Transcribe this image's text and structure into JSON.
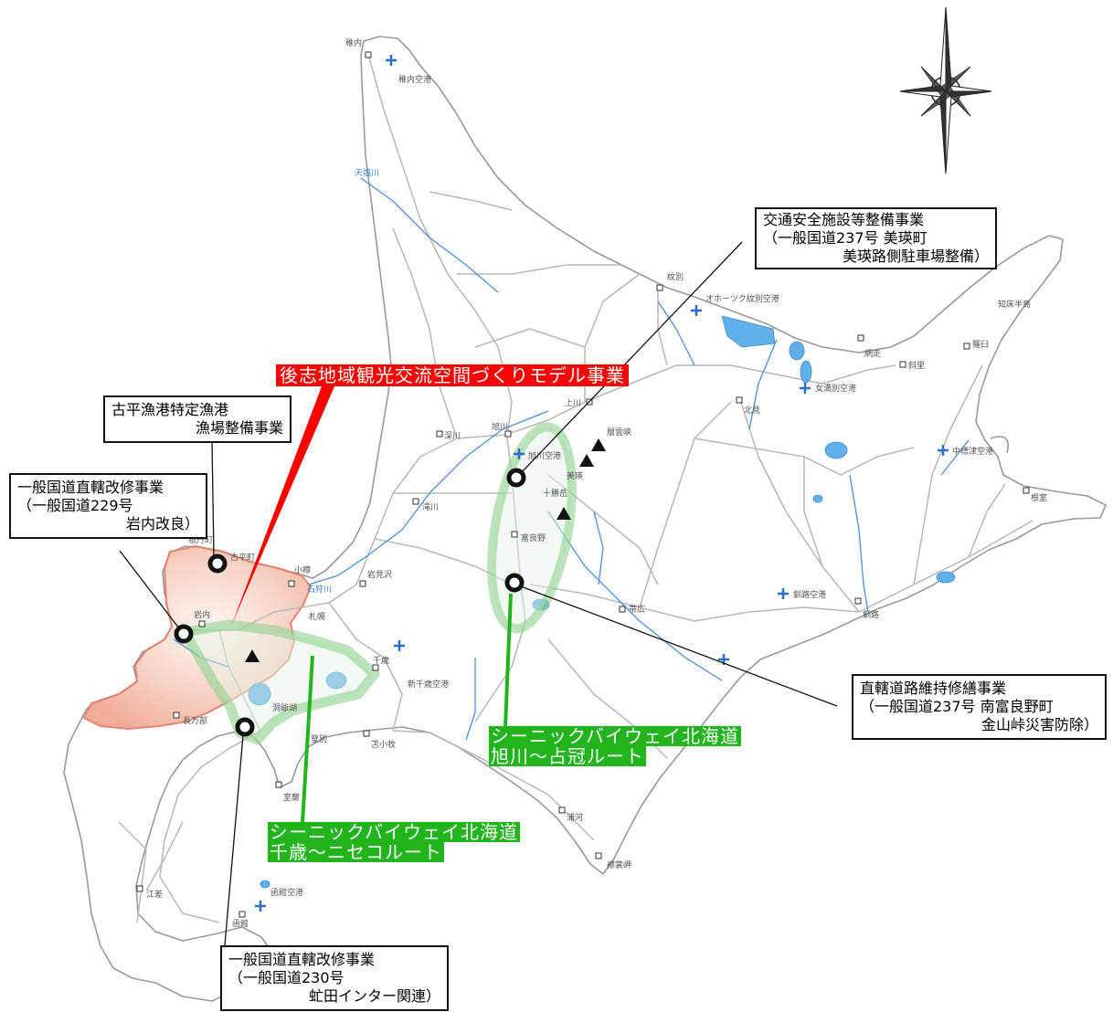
{
  "callouts": {
    "traffic_safety": {
      "line1": "交通安全施設等整備事業",
      "line2": "（一般国道237号 美瑛町",
      "line3": "美瑛路側駐車場整備）"
    },
    "furubira": {
      "line1": "古平漁港特定漁港",
      "line2": "漁場整備事業"
    },
    "route229": {
      "line1": "一般国道直轄改修事業",
      "line2": "（一般国道229号",
      "line3": "岩内改良）"
    },
    "maintenance": {
      "line1": "直轄道路維持修繕事業",
      "line2": "（一般国道237号 南富良野町",
      "line3": "金山峠災害防除）"
    },
    "route230": {
      "line1": "一般国道直轄改修事業",
      "line2": "（一般国道230号",
      "line3": "虻田インター関連）"
    }
  },
  "highlight_labels": {
    "shiribeshi": {
      "text": "後志地域観光交流空間づくりモデル事業",
      "color": "#ff0000"
    },
    "asahikawa_shimukappu": {
      "line1": "シーニックバイウェイ北海道",
      "line2": "旭川～占冠ルート",
      "color": "#22b41c"
    },
    "chitose_niseko": {
      "line1": "シーニックバイウェイ北海道",
      "line2": "千歳～ニセコルート",
      "color": "#22b41c"
    }
  },
  "map": {
    "place_labels": [
      "稚内",
      "稚内空港",
      "紋別",
      "オホーツク紋別空港",
      "知床半島",
      "網走",
      "斜里",
      "羅臼",
      "女満別空港",
      "北見",
      "上川",
      "層雲峡",
      "旭川",
      "旭川空港",
      "美瑛",
      "十勝岳",
      "富良野",
      "深川",
      "滝川",
      "中標津空港",
      "根室",
      "積丹町",
      "古平町",
      "小樽",
      "岩見沢",
      "札幌",
      "岩内",
      "千歳",
      "新千歳空港",
      "苫小牧",
      "洞爺湖",
      "長万部",
      "室蘭",
      "登別",
      "江差",
      "函館空港",
      "函館",
      "帯広",
      "釧路空港",
      "釧路",
      "浦河",
      "襟裳岬"
    ],
    "river_labels": [
      "天塩川",
      "石狩川"
    ],
    "icons": {
      "airport": "airport-icon",
      "mountain": "mountain-icon",
      "compass": "compass-rose-icon",
      "project_site": "project-site-marker"
    },
    "colors": {
      "water": "#5fb0e8",
      "road": "#b0b0b0",
      "shiribeshi_area": "#f0a48c",
      "scenic_route": "#8fd08f"
    }
  }
}
